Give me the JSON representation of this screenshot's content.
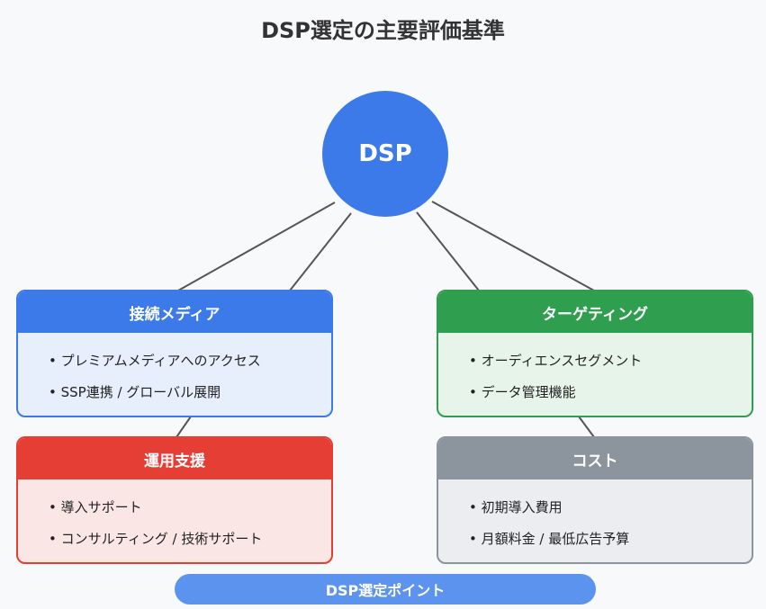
{
  "title": "DSP選定の主要評価基準",
  "hub": {
    "label": "DSP"
  },
  "cards": [
    {
      "heading": "接続メディア",
      "items": [
        "プレミアムメディアへのアクセス",
        "SSP連携 / グローバル展開"
      ]
    },
    {
      "heading": "ターゲティング",
      "items": [
        "オーディエンスセグメント",
        "データ管理機能"
      ]
    },
    {
      "heading": "運用支援",
      "items": [
        "導入サポート",
        "コンサルティング / 技術サポート"
      ]
    },
    {
      "heading": "コスト",
      "items": [
        "初期導入費用",
        "月額料金 / 最低広告予算"
      ]
    }
  ],
  "footer": {
    "label": "DSP選定ポイント"
  },
  "colors": {
    "hub": "#3b7ae8",
    "media": "#3b7ae8",
    "targeting": "#2f9e4f",
    "support": "#e53e35",
    "cost": "#8c949e",
    "footer": "#5b93ee"
  }
}
